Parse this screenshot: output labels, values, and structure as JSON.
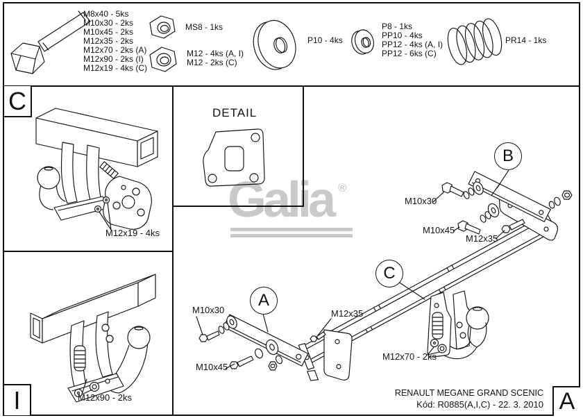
{
  "strip": {
    "bolts": [
      "M8x40 - 5ks",
      "M10x30 - 2ks",
      "M10x45 - 2ks",
      "M12x35 - 2ks",
      "M12x70 - 2ks (A)",
      "M12x90 - 2ks (I)",
      "M12x19 - 4ks (C)"
    ],
    "nut_small_label": "MS8 - 1ks",
    "nut_large_labels": [
      "M12 - 4ks (A, I)",
      "M12 - 2ks (C)"
    ],
    "washer_large_label": "P10 - 4ks",
    "washer_small_labels": [
      "P8 - 1ks",
      "PP10 - 4ks",
      "PP12 - 4ks (A, I)",
      "PP12 - 6ks (C)"
    ],
    "spring_label": "PR14 - 1ks"
  },
  "left_panels": {
    "c_letter": "C",
    "c_annotation": "M12x19 - 4ks",
    "i_letter": "I",
    "i_annotation": "M12x90 - 2ks"
  },
  "detail": {
    "title": "DETAIL"
  },
  "logo": {
    "text": "Galia",
    "registered": "®"
  },
  "main": {
    "callout_a": "A",
    "callout_b": "B",
    "callout_c": "C",
    "label_b_m10x30": "M10x30",
    "label_b_m10x45": "M10x45",
    "label_b_m12x35": "M12x35",
    "label_a_m10x30": "M10x30",
    "label_a_m10x45": "M10x45",
    "label_a_m12x35": "M12x35",
    "label_m12x70": "M12x70 - 2ks"
  },
  "title_block": {
    "corner_letter": "A",
    "vehicle": "RENAULT MEGANE GRAND SCENIC",
    "code": "Kód: R0885(A,I,C) - 22. 3. 2010"
  },
  "colors": {
    "line": "#111111",
    "logo": "#c9c9c9",
    "background": "#ffffff"
  }
}
